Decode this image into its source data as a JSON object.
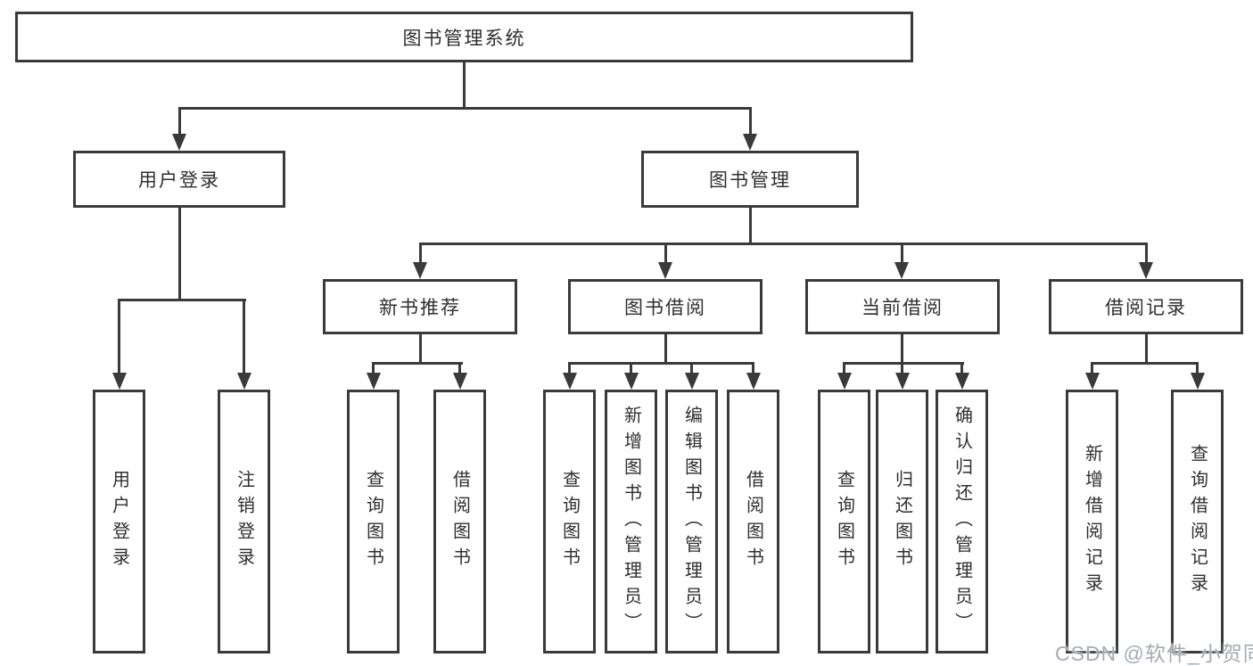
{
  "colors": {
    "line": "#3a3a3a",
    "border": "#3a3a3a",
    "text": "#2f2f2f",
    "watermark": "#a6abb1",
    "background": "#ffffff"
  },
  "watermark": {
    "text": "CSDN @软件_小贺同学"
  },
  "nodes": {
    "root": {
      "label": "图书管理系统"
    },
    "user_login": {
      "label": "用户登录"
    },
    "book_mgmt": {
      "label": "图书管理"
    },
    "new_book_rec": {
      "label": "新书推荐"
    },
    "book_borrow": {
      "label": "图书借阅"
    },
    "current_borrow": {
      "label": "当前借阅"
    },
    "borrow_record": {
      "label": "借阅记录"
    },
    "ul_login": {
      "label": "用户登录"
    },
    "ul_logout": {
      "label": "注销登录"
    },
    "nbr_query": {
      "label": "查询图书"
    },
    "nbr_borrow": {
      "label": "借阅图书"
    },
    "bb_query": {
      "label": "查询图书"
    },
    "bb_add": {
      "label": "新增图书（管理员）"
    },
    "bb_edit": {
      "label": "编辑图书（管理员）"
    },
    "bb_borrow": {
      "label": "借阅图书"
    },
    "cb_query": {
      "label": "查询图书"
    },
    "cb_return": {
      "label": "归还图书"
    },
    "cb_confirm": {
      "label": "确认归还（管理员）"
    },
    "br_add": {
      "label": "新增借阅记录"
    },
    "br_query": {
      "label": "查询借阅记录"
    }
  }
}
